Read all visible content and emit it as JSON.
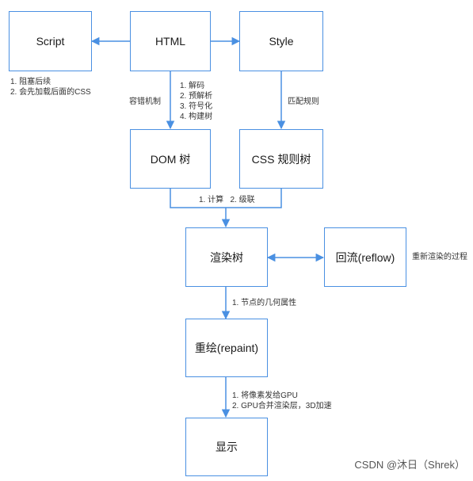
{
  "nodes": {
    "script": "Script",
    "html": "HTML",
    "style": "Style",
    "dom": "DOM 树",
    "cssom": "CSS 规则树",
    "render": "渲染树",
    "reflow": "回流(reflow)",
    "repaint": "重绘(repaint)",
    "display": "显示"
  },
  "labels": {
    "script_notes": [
      "1. 阻塞后续",
      "2. 会先加载后面的CSS"
    ],
    "error_tolerance": "容错机制",
    "parse_steps": [
      "1. 解码",
      "2. 预解析",
      "3. 符号化",
      "4. 构建树"
    ],
    "match_rules": "匹配规则",
    "compute": "1. 计算   2. 级联",
    "reflow_desc": "重新渲染的过程",
    "geometry": "1. 节点的几何属性",
    "paint_steps": [
      "1. 将像素发给GPU",
      "2. GPU合并渲染层，3D加速"
    ]
  },
  "watermark": "CSDN @沐日（Shrek）",
  "colors": {
    "stroke": "#4a90e2"
  }
}
